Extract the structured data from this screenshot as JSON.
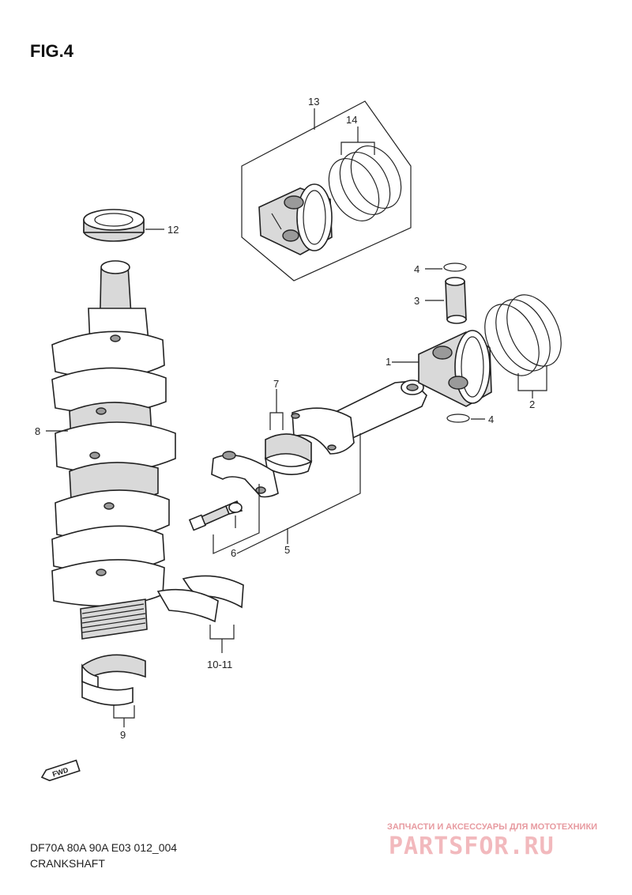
{
  "figure": {
    "title": "FIG.4"
  },
  "callouts": {
    "c1": "1",
    "c2": "2",
    "c3": "3",
    "c4a": "4",
    "c4b": "4",
    "c5": "5",
    "c6": "6",
    "c7": "7",
    "c8": "8",
    "c9": "9",
    "c10_11": "10-11",
    "c12": "12",
    "c13": "13",
    "c14": "14"
  },
  "forward_badge": {
    "text": "FWD",
    "icon": "forward-arrow-icon"
  },
  "footer": {
    "code": "DF70A 80A 90A E03 012_004",
    "name": "CRANKSHAFT"
  },
  "watermark": {
    "tagline": "ЗАПЧАСТИ И АКСЕССУАРЫ ДЛЯ МОТОТЕХНИКИ",
    "site": "PARTSFOR.RU",
    "color": "#e79aa0"
  }
}
